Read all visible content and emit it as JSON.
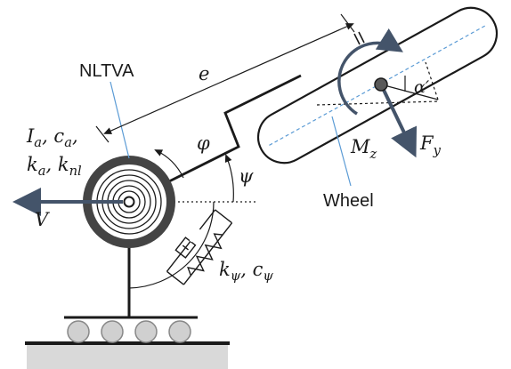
{
  "labels": {
    "nltva": "NLTVA",
    "e": "e",
    "phi": "φ",
    "psi": "ψ",
    "v": "V",
    "wheel": "Wheel",
    "alpha": "α′",
    "inertia_line1": {
      "i": "I",
      "i_sub": "a",
      "sep1": ", ",
      "c": "c",
      "c_sub": "a",
      "tail": ","
    },
    "inertia_line2": {
      "k": "k",
      "k_sub": "a",
      "sep1": ", ",
      "k2": "k",
      "k2_sub": "nl"
    },
    "spring": {
      "k": "k",
      "k_sub": "ψ",
      "sep": ", ",
      "c": "c",
      "c_sub": "ψ"
    },
    "mz": {
      "base": "M",
      "sub": "z"
    },
    "fy": {
      "base": "F",
      "sub": "y"
    }
  },
  "colors": {
    "ink": "#1a1a1a",
    "arrow_blue": "#44546a",
    "guide_blue": "#5b9bd5",
    "ground": "#d9d9d9",
    "roller": "#d0d0d0",
    "wheel_hub": "#595959"
  }
}
